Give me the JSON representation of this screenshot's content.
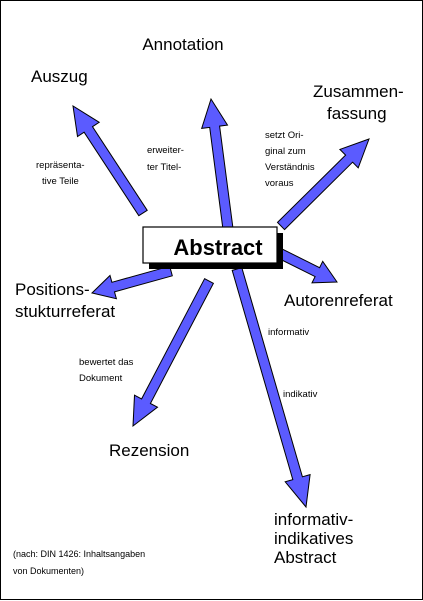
{
  "center": {
    "label": "Abstract"
  },
  "nodes": {
    "annotation": "Annotation",
    "auszug": "Auszug",
    "zusammenfassung": [
      "Zusammen-",
      "fassung"
    ],
    "positionsstrukturreferat": [
      "Positions-",
      "stukturreferat"
    ],
    "autorenreferat": "Autorenreferat",
    "rezension": "Rezension",
    "informativ_indikatives": [
      "informativ-",
      "indikatives",
      "Abstract"
    ]
  },
  "edge_labels": {
    "repraesentative": [
      "repräsenta-",
      "tive Teile"
    ],
    "erweiterter": [
      "erweiter-",
      "ter Titel-"
    ],
    "setzt": [
      "setzt Ori-",
      "ginal zum",
      "Verständnis",
      "voraus"
    ],
    "bewertet": [
      "bewertet das",
      "Dokument"
    ],
    "informativ": "informativ",
    "indikativ": "indikativ"
  },
  "source_note": [
    "(nach: DIN 1426: Inhaltsangaben",
    "von Dokumenten)"
  ],
  "colors": {
    "arrow_fill": "#5b5bff",
    "arrow_stroke": "#000000",
    "text": "#000000"
  }
}
